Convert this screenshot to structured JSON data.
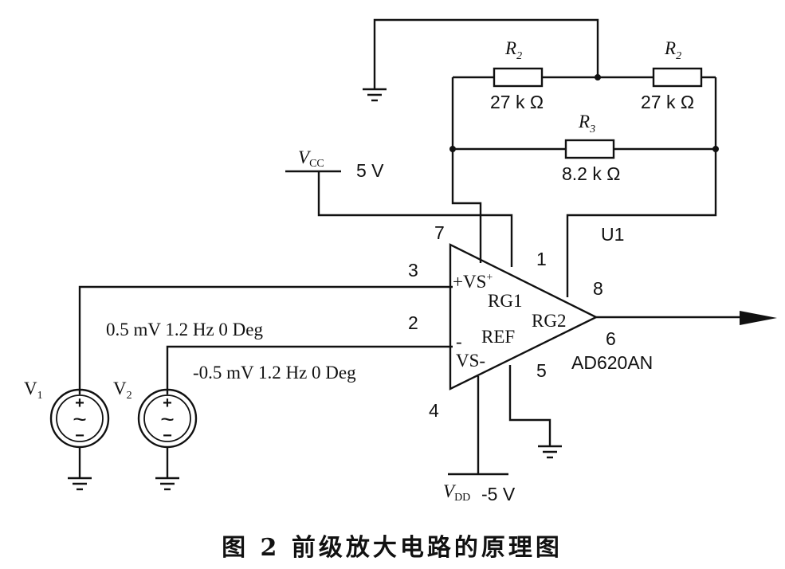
{
  "resistors": [
    {
      "name": "R",
      "sub": "2",
      "value": "27 k Ω"
    },
    {
      "name": "R",
      "sub": "2",
      "value": "27  k Ω"
    },
    {
      "name": "R",
      "sub": "3",
      "value": "8.2 k Ω"
    }
  ],
  "supply": {
    "vcc_label": "V",
    "vcc_sub": "CC",
    "vcc_value": "5 V",
    "vdd_label": "V",
    "vdd_sub": "DD",
    "vdd_value": "-5 V"
  },
  "opamp": {
    "ref": "U1",
    "part": "AD620AN",
    "pins": {
      "vs_plus": "+VS",
      "vs_plus_sup": "+",
      "rg1": "RG1",
      "rg2": "RG2",
      "ref": "REF",
      "vs_minus": "VS-",
      "minus_sign": "-"
    },
    "pin_numbers": [
      "7",
      "1",
      "3",
      "8",
      "2",
      "6",
      "5",
      "4"
    ]
  },
  "sources": [
    {
      "name": "V",
      "sub": "1",
      "spec": "0.5 mV 1.2 Hz 0 Deg"
    },
    {
      "name": "V",
      "sub": "2",
      "spec": "-0.5 mV 1.2 Hz 0 Deg"
    }
  ],
  "source_symbols": {
    "plus": "+",
    "minus": "−",
    "wave": "~"
  },
  "caption": "图 2   前级放大电路的原理图"
}
